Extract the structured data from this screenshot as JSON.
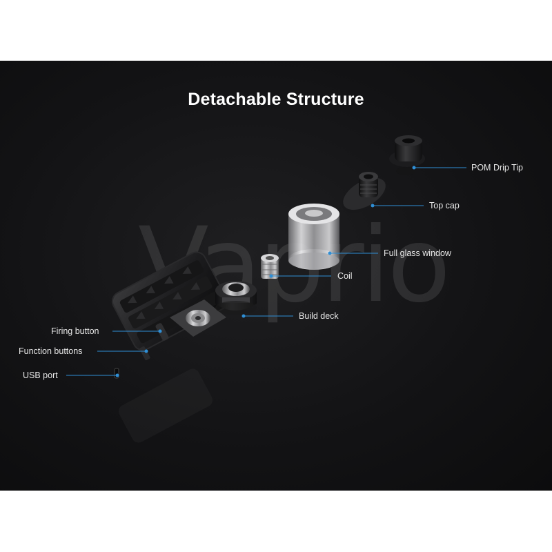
{
  "page": {
    "title": "Detachable Structure",
    "watermark_logo": "Vaprio"
  },
  "callouts": {
    "pom_drip_tip": "POM Drip Tip",
    "top_cap": "Top cap",
    "full_glass_window": "Full glass window",
    "coil": "Coil",
    "build_deck": "Build deck",
    "firing_button": "Firing button",
    "function_buttons": "Function buttons",
    "usb_port": "USB port"
  },
  "colors": {
    "background": "#141416",
    "accent_line": "#2f8fd6",
    "text": "#e8e8e8"
  }
}
